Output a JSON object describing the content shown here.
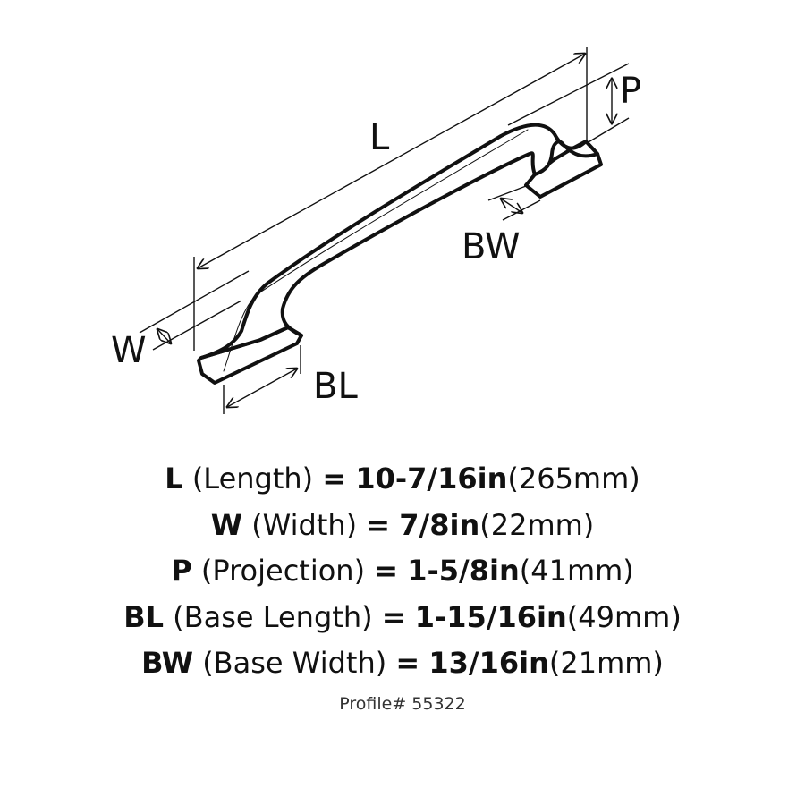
{
  "diagram": {
    "subject": "cabinet pull handle",
    "labels": {
      "L": "L",
      "P": "P",
      "BW": "BW",
      "W": "W",
      "BL": "BL"
    }
  },
  "specs": [
    {
      "abbr": "L",
      "name": "(Length)",
      "eq": "=",
      "imperial": "10-7/16in",
      "metric": "(265mm)"
    },
    {
      "abbr": "W",
      "name": "(Width)",
      "eq": "=",
      "imperial": "7/8in",
      "metric": "(22mm)"
    },
    {
      "abbr": "P",
      "name": "(Projection)",
      "eq": "=",
      "imperial": "1-5/8in",
      "metric": "(41mm)"
    },
    {
      "abbr": "BL",
      "name": "(Base Length)",
      "eq": "=",
      "imperial": "1-15/16in",
      "metric": "(49mm)"
    },
    {
      "abbr": "BW",
      "name": "(Base Width)",
      "eq": "=",
      "imperial": "13/16in",
      "metric": "(21mm)"
    }
  ],
  "profile": "Profile# 55322",
  "colors": {
    "ink": "#111111",
    "background": "#ffffff",
    "profile_text": "#333333"
  }
}
